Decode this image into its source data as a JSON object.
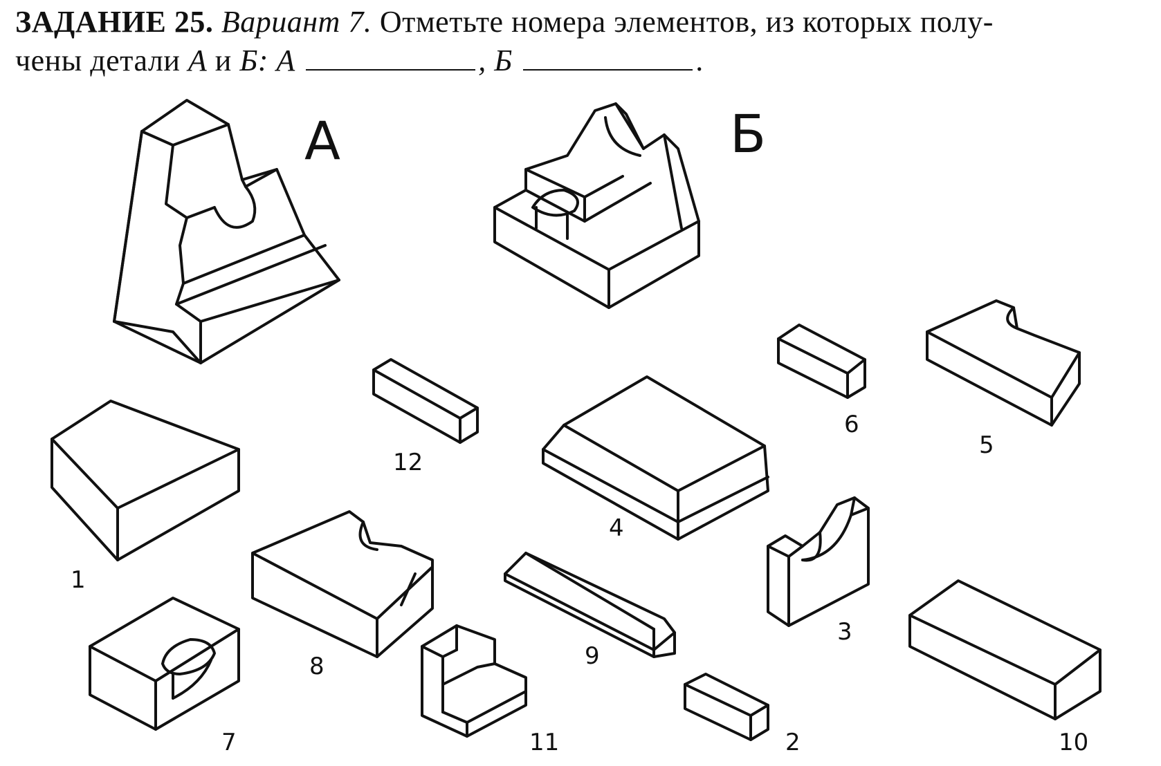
{
  "task": {
    "heading": "ЗАДАНИЕ 25.",
    "variant": "Вариант 7.",
    "text1": "Отметьте номера элементов, из которых полу-",
    "text2": "чены детали",
    "a_italic": "А",
    "and": "и",
    "b_italic": "Б",
    "colon_a": ": А",
    "comma_b": ", Б",
    "end": "."
  },
  "parts": {
    "label_a": "А",
    "label_b": "Б"
  },
  "elements": [
    {
      "id": "1",
      "label": "1"
    },
    {
      "id": "2",
      "label": "2"
    },
    {
      "id": "3",
      "label": "3"
    },
    {
      "id": "4",
      "label": "4"
    },
    {
      "id": "5",
      "label": "5"
    },
    {
      "id": "6",
      "label": "6"
    },
    {
      "id": "7",
      "label": "7"
    },
    {
      "id": "8",
      "label": "8"
    },
    {
      "id": "9",
      "label": "9"
    },
    {
      "id": "10",
      "label": "10"
    },
    {
      "id": "11",
      "label": "11"
    },
    {
      "id": "12",
      "label": "12"
    }
  ],
  "answers": {
    "a": "",
    "b": ""
  }
}
